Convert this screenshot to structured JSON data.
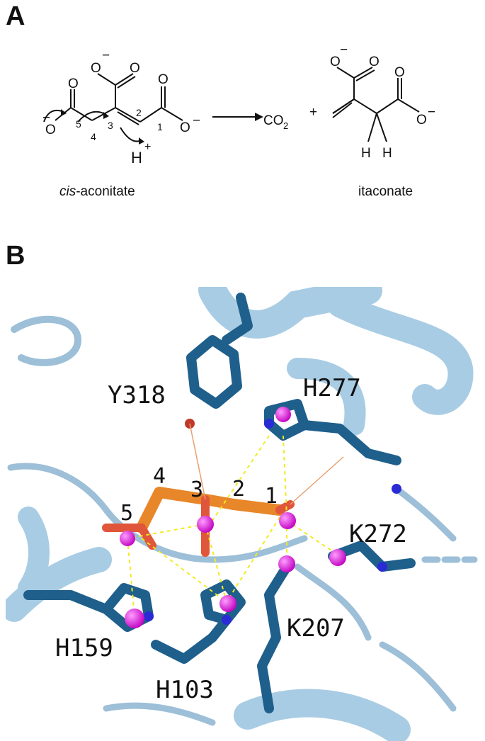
{
  "panels": {
    "a": {
      "letter": "A"
    },
    "b": {
      "letter": "B"
    }
  },
  "scheme": {
    "product_co2_prefix": "CO",
    "product_co2_subscript": "2",
    "plus": "+",
    "proton": "H",
    "proton_charge": "+",
    "charge": "−",
    "oxygen": "O",
    "hydrogen": "H",
    "carbon_numbers": [
      "5",
      "4",
      "3",
      "2",
      "1"
    ],
    "substrate_italic": "cis",
    "substrate_rest": "-aconitate",
    "product_name": "itaconate"
  },
  "structure": {
    "residues": [
      "Y318",
      "H277",
      "K272",
      "K207",
      "H159",
      "H103"
    ],
    "ligand_numbers": [
      "4",
      "3",
      "2",
      "1",
      "5"
    ],
    "colors": {
      "background_helix": "#a8cce4",
      "background_helix_dark": "#7fb0d2",
      "loop": "#9dbfd8",
      "side_chain": "#1f5f8b",
      "nitrogen": "#2b2bd6",
      "oxygen": "#c0392b",
      "ligand": "#e8862a",
      "ligand_oxygen": "#e0563a",
      "metal": "#d10fd1",
      "hbond": "#f2ea20",
      "thin_bond": "#e8a070"
    }
  }
}
